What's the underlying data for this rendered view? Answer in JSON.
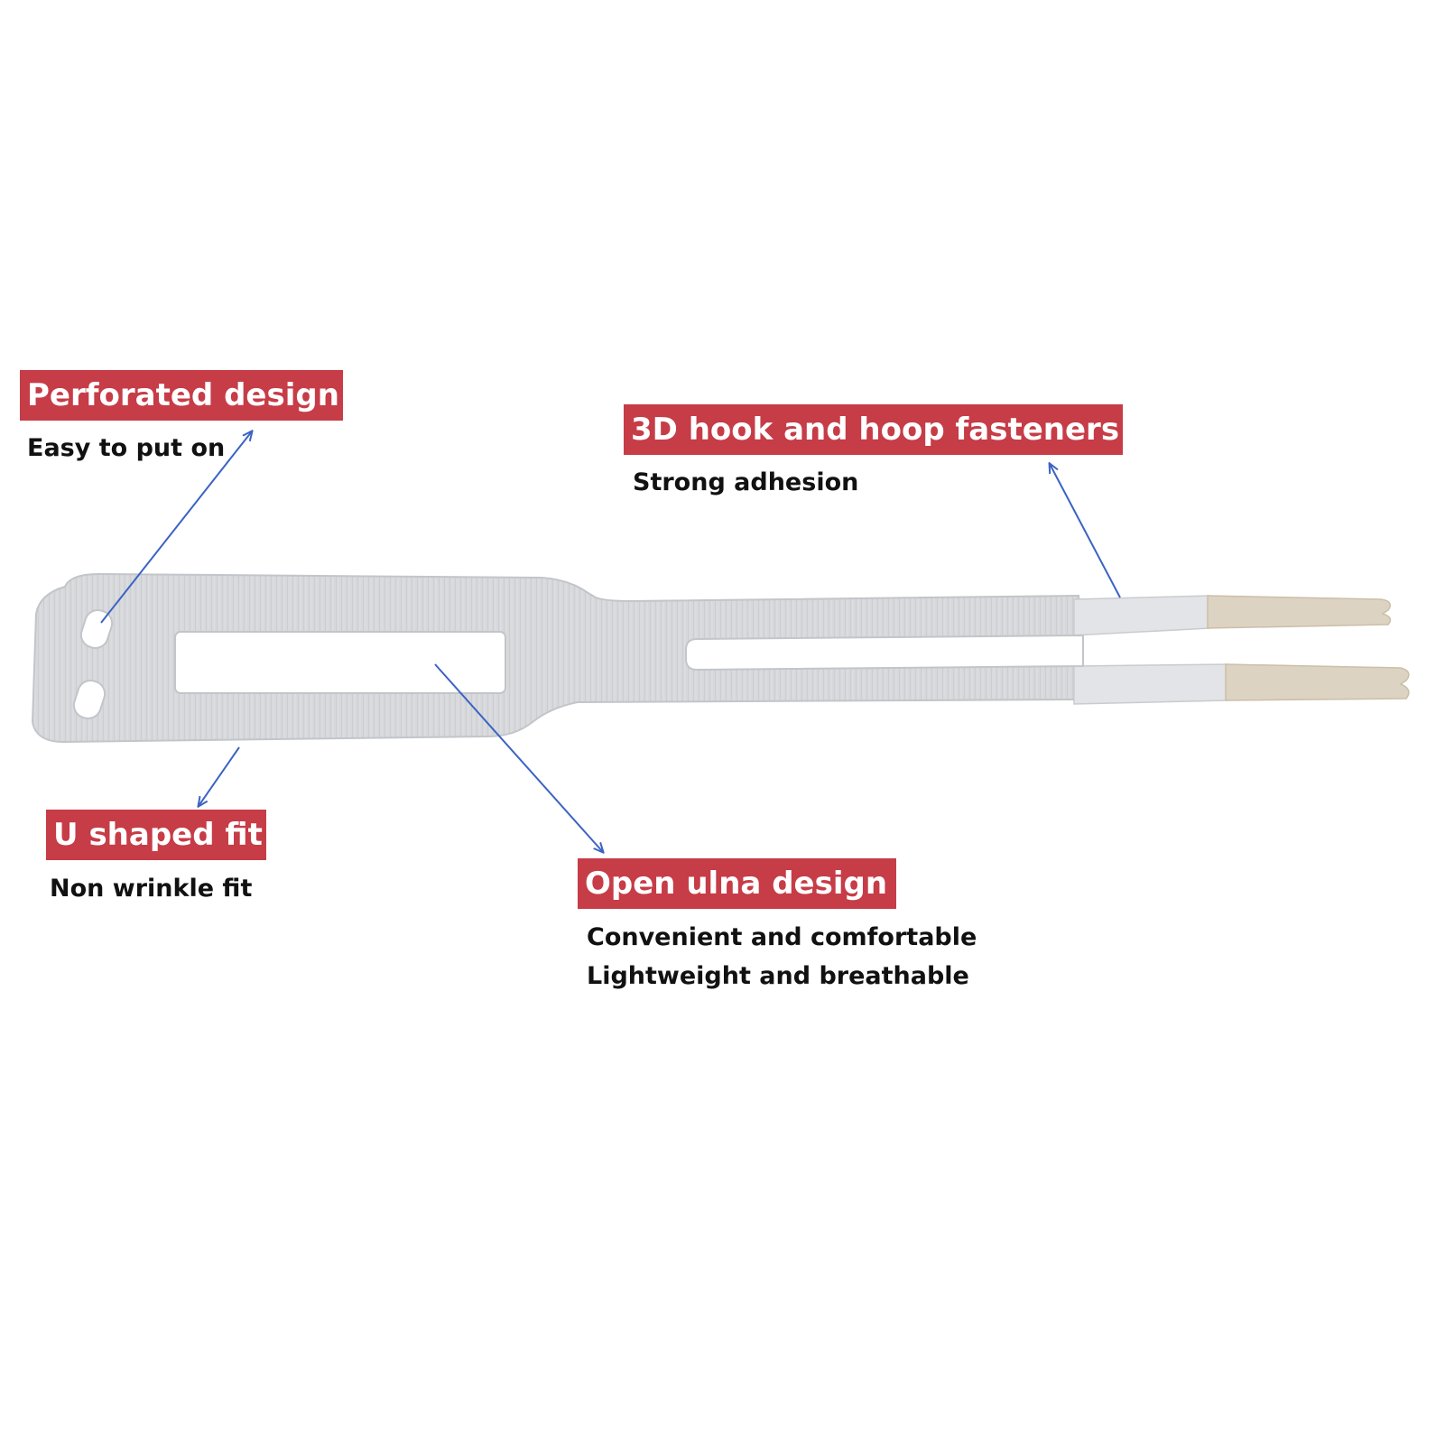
{
  "colors": {
    "tag_background": "#c63c47",
    "arrow": "#3b63c4",
    "strap": "#d4d6d9",
    "strap_shadow": "#b9bcc0",
    "hook_tab": "#ddd3c2"
  },
  "callouts": {
    "perforated": {
      "title": "Perforated design",
      "caption": "Easy to put on"
    },
    "hook": {
      "title": "3D hook and hoop fasteners",
      "caption": "Strong adhesion"
    },
    "ushape": {
      "title": "U shaped fit",
      "caption": "Non wrinkle fit"
    },
    "ulna": {
      "title": "Open ulna design",
      "captions": [
        "Convenient and comfortable",
        "Lightweight and breathable"
      ]
    }
  }
}
